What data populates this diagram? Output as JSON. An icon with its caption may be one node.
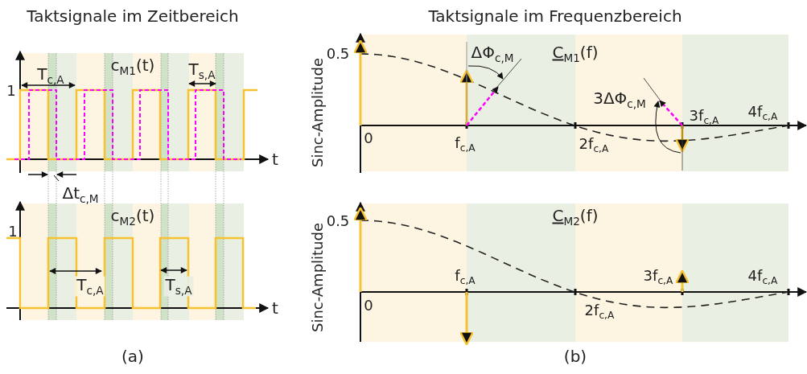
{
  "diagram": {
    "labels": [
      "Taktsignale im Zeitbereich",
      "Taktsignale im Frequenzbereich",
      "T$_{c,A}$",
      "c$_{M1}$(t)",
      "T$_{s,A}$",
      "1",
      "0.5",
      "ΔΦ$_{c,M}$",
      "C$_{M1}$(f)",
      "3ΔΦ$_{c,M}$",
      "3f$_{c,A}$",
      "4f$_{c,A}$",
      "t",
      "0",
      "f$_{c,A}$",
      "2f$_{c,A}$",
      "Sinc-Amplitude",
      "Δt$_{c,M}$",
      "c$_{M2}$(t)",
      "1",
      "0.5",
      "C$_{M2}$(f)",
      "f$_{c,A}$",
      "3f$_{c,A}$",
      "4f$_{c,A}$",
      "T$_{c,A}$",
      "T$_{s,A}$",
      "t",
      "0",
      "2f$_{c,A}$",
      "Sinc-Amplitude",
      "(a)",
      "(b)"
    ]
  }
}
